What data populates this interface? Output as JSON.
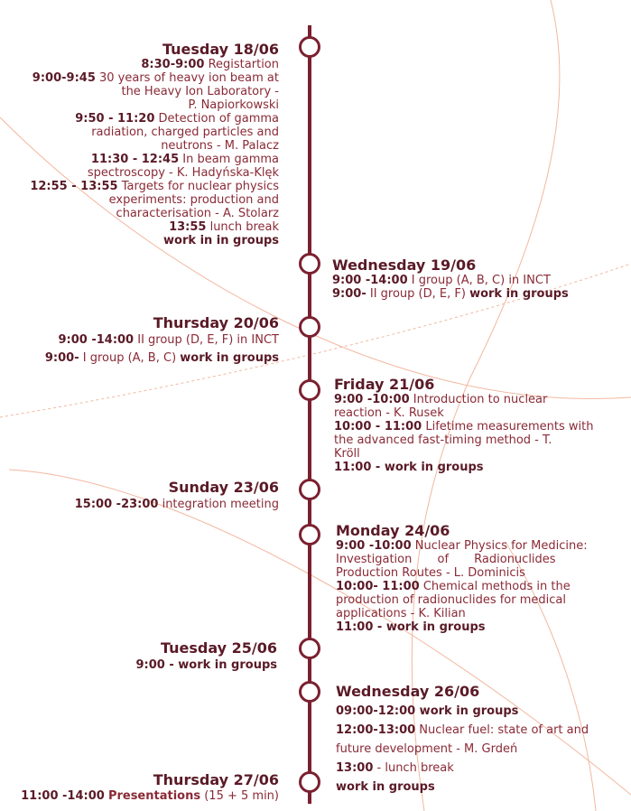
{
  "colors": {
    "accent": "#7b2030",
    "text": "#8a2a36",
    "dark": "#5a1a26",
    "deco": "#f2b8a0"
  },
  "events": {
    "tue18": {
      "day": "Tuesday 18/06",
      "l1_time": "8:30-9:00",
      "l1_text": " Registartion",
      "l2_time": "9:00-9:45",
      "l2_text": " 30 years of heavy ion beam at",
      "l3": "the Heavy Ion Laboratory -",
      "l4": "P. Napiorkowski",
      "l5_time": "9:50 - 11:20",
      "l5_text": " Detection of gamma",
      "l6": "radiation, charged particles and",
      "l7": "neutrons - M. Palacz",
      "l8_time": "11:30 - 12:45",
      "l8_text": " In beam gamma",
      "l9": "spectroscopy - K. Hadyńska-Klęk",
      "l10_time": "12:55 - 13:55",
      "l10_text": "  Targets for nuclear physics",
      "l11": "experiments: production and",
      "l12": "characterisation - A. Stolarz",
      "l13_time": "13:55",
      "l13_text": "  lunch break",
      "l14": "work in in groups"
    },
    "wed19": {
      "day": "Wednesday 19/06",
      "l1_time": "9:00 -14:00",
      "l1_text": " I group (A, B, C) in INCT",
      "l2_time": "9:00-",
      "l2_text": " II group (D, E, F) ",
      "l2_bold": "work in groups"
    },
    "thu20": {
      "day": "Thursday 20/06",
      "l1_time": "9:00 -14:00",
      "l1_text": " II group (D, E, F) in INCT",
      "l2_time": "9:00-",
      "l2_text": " I group (A, B, C) ",
      "l2_bold": "work in groups"
    },
    "fri21": {
      "day": "Friday 21/06",
      "l1_time": "9:00 -10:00",
      "l1_text": " Introduction to nuclear",
      "l2": "reaction - K. Rusek",
      "l3_time": "10:00 - 11:00",
      "l3_text": " Lifetime measurements with",
      "l4": "the advanced fast-timing method - T.",
      "l5": "Kröll",
      "l6": "11:00 - work in groups"
    },
    "sun23": {
      "day": "Sunday 23/06",
      "l1_time": "15:00 -23:00",
      "l1_text": " integration meeting"
    },
    "mon24": {
      "day": "Monday 24/06",
      "l1_time": "9:00 -10:00",
      "l1_text": " Nuclear Physics for Medicine:",
      "l2": "Investigation of Radionuclides",
      "l3": "Production Routes - L. Dominicis",
      "l4_time": "10:00- 11:00",
      "l4_text": " Chemical methods in the",
      "l5": "production of radionuclides for medical",
      "l6": "applications - K. Kilian",
      "l7": "11:00 - work in groups"
    },
    "tue25": {
      "day": "Tuesday 25/06",
      "l1": "9:00 - work in groups"
    },
    "wed26": {
      "day": "Wednesday 26/06",
      "l1": "09:00-12:00 work in groups",
      "l2_time": "12:00-13:00",
      "l2_text": " Nuclear fuel: state of art and",
      "l3": "future development - M. Grdeń",
      "l4_time": "13:00",
      "l4_text": " - lunch break",
      "l5": "work in groups"
    },
    "thu27": {
      "day": "Thursday 27/06",
      "l1_time": "11:00 -14:00",
      "l1_bold": "Presentations",
      "l1_text": " (15 + 5 min)"
    }
  }
}
